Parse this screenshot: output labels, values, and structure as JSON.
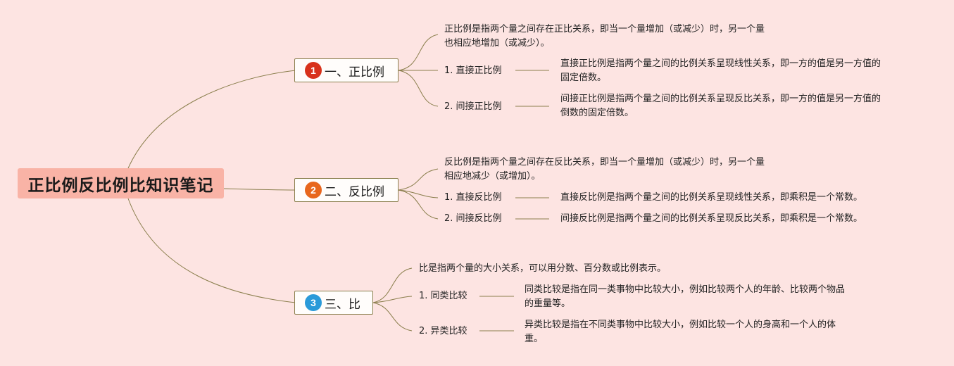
{
  "root": {
    "title": "正比例反比例比知识笔记"
  },
  "branches": [
    {
      "number": "1",
      "color": "#d8321c",
      "title": "一、正比例",
      "definition": [
        "正比例是指两个量之间存在正比关系，即当一个量增加（或减少）时，另一个量",
        "也相应地增加（或减少）。"
      ],
      "items": [
        {
          "label": "1. 直接正比例",
          "description": [
            "直接正比例是指两个量之间的比例关系呈现线性关系，即一方的值是另一方值的",
            "固定倍数。"
          ]
        },
        {
          "label": "2. 间接正比例",
          "description": [
            "间接正比例是指两个量之间的比例关系呈现反比关系，即一方的值是另一方值的",
            "倒数的固定倍数。"
          ]
        }
      ]
    },
    {
      "number": "2",
      "color": "#e8671d",
      "title": "二、反比例",
      "definition": [
        "反比例是指两个量之间存在反比关系，即当一个量增加（或减少）时，另一个量",
        "相应地减少（或增加）。"
      ],
      "items": [
        {
          "label": "1. 直接反比例",
          "description": [
            "直接反比例是指两个量之间的比例关系呈现线性关系，即乘积是一个常数。"
          ]
        },
        {
          "label": "2. 间接反比例",
          "description": [
            "间接反比例是指两个量之间的比例关系呈现反比关系，即乘积是一个常数。"
          ]
        }
      ]
    },
    {
      "number": "3",
      "color": "#2a9ad9",
      "title": "三、比",
      "definition": [
        "比是指两个量的大小关系，可以用分数、百分数或比例表示。"
      ],
      "items": [
        {
          "label": "1. 同类比较",
          "description": [
            "同类比较是指在同一类事物中比较大小，例如比较两个人的年龄、比较两个物品",
            "的重量等。"
          ]
        },
        {
          "label": "2. 异类比较",
          "description": [
            "异类比较是指在不同类事物中比较大小，例如比较一个人的身高和一个人的体",
            "重。"
          ]
        }
      ]
    }
  ]
}
